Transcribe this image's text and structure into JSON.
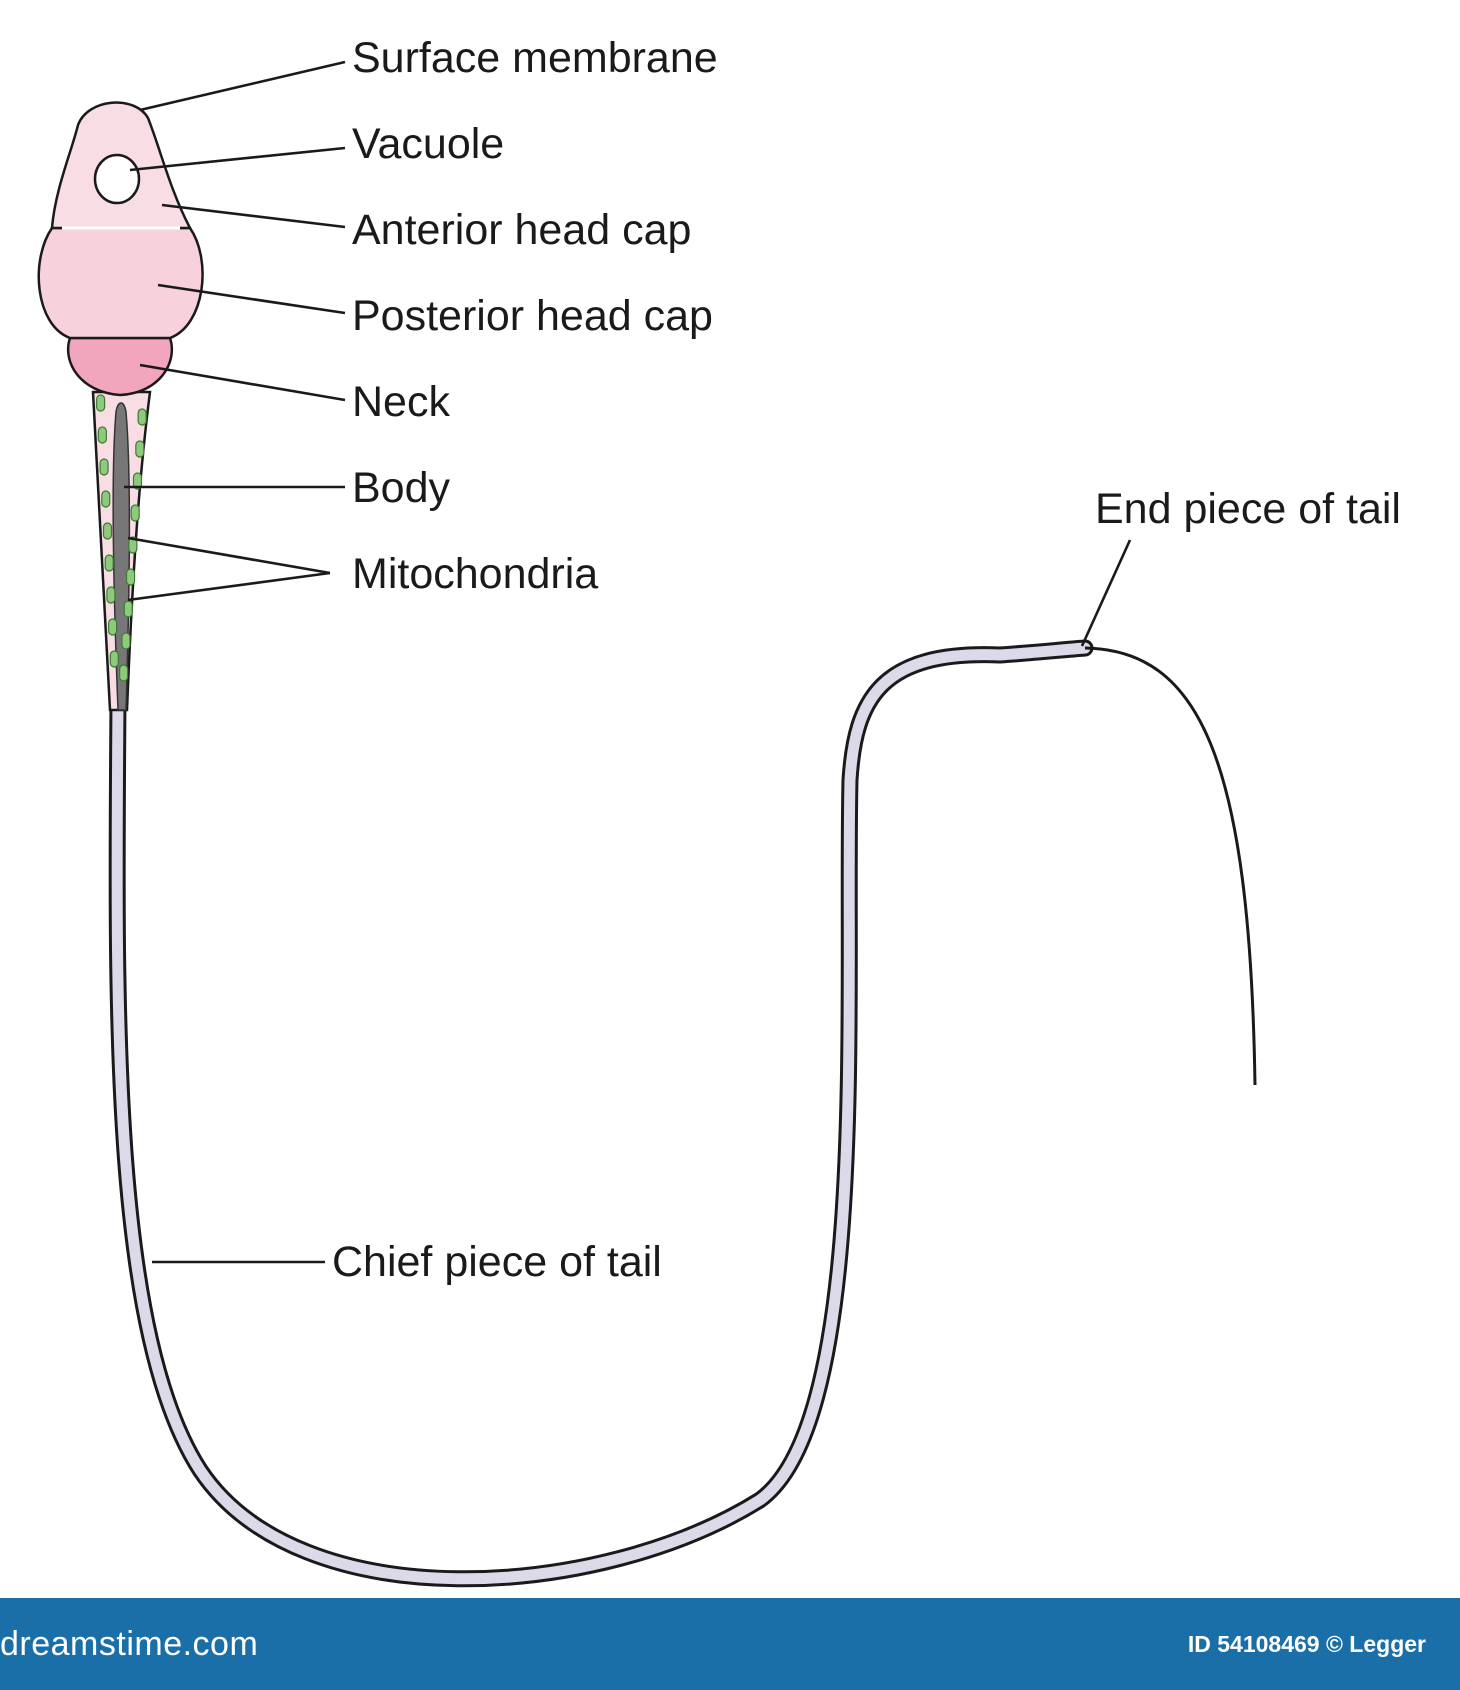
{
  "labels": {
    "surface_membrane": "Surface membrane",
    "vacuole": "Vacuole",
    "anterior_head_cap": "Anterior head cap",
    "posterior_head_cap": "Posterior head cap",
    "neck": "Neck",
    "body": "Body",
    "mitochondria": "Mitochondria",
    "end_piece": "End piece of tail",
    "chief_piece": "Chief piece of tail"
  },
  "footer": {
    "logo": "dreamstime.com",
    "id_text": "ID 54108469 © Legger"
  },
  "colors": {
    "head": "#f9dde4",
    "head_cap": "#f7d2dc",
    "neck": "#f2a6bd",
    "body": "#f8dde4",
    "mitochondria": "#8fc97b",
    "tail": "#dcdae9",
    "axial_core": "#777777",
    "footer_bg": "#1a6fa8",
    "footer_text": "#ffffff"
  }
}
